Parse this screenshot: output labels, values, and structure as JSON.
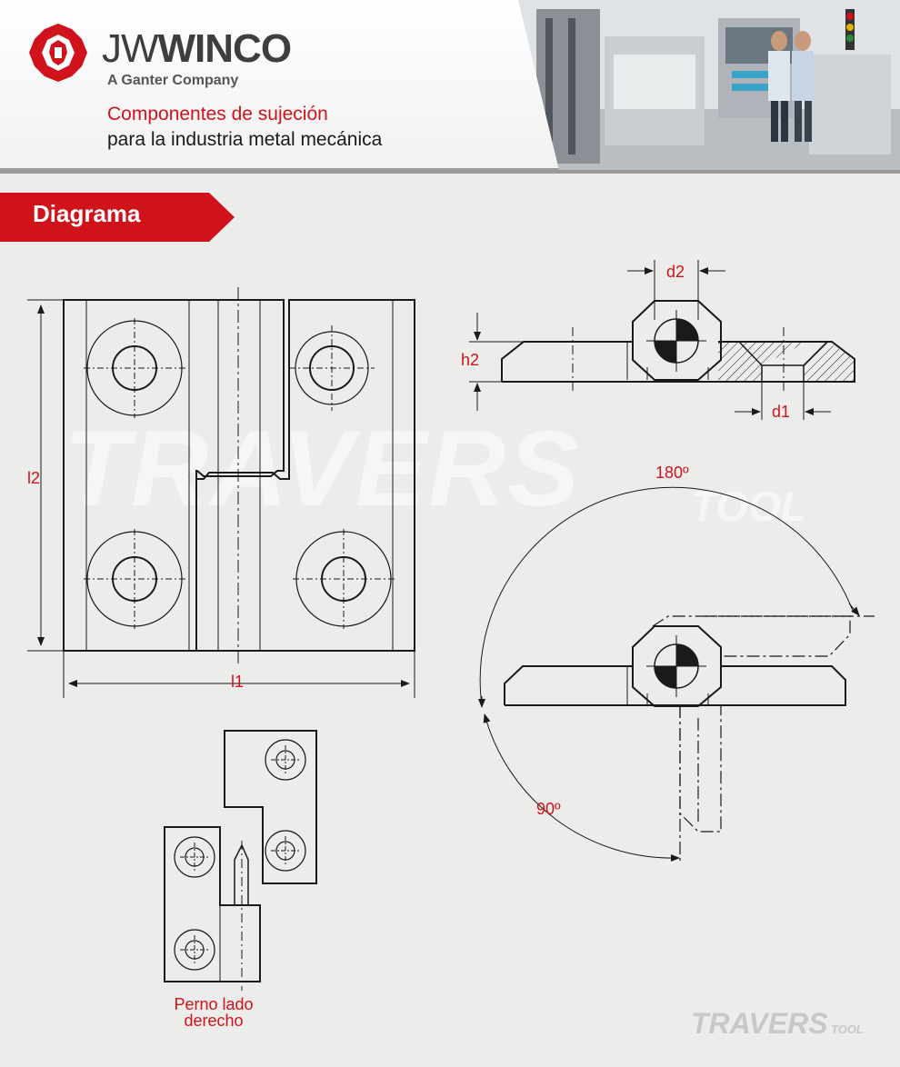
{
  "header": {
    "brand_light": "JW",
    "brand_bold": "WINCO",
    "brand_sub": "A Ganter Company",
    "tagline_red": "Componentes de sujeción",
    "tagline_black": "para la industria metal mecánica"
  },
  "section": {
    "title": "Diagrama"
  },
  "labels": {
    "l1": "l1",
    "l2": "l2",
    "d1": "d1",
    "d2": "d2",
    "h2": "h2",
    "angle_180": "180º",
    "angle_90": "90º",
    "pin_note_line1": "Perno lado",
    "pin_note_line2": "derecho"
  },
  "watermark": {
    "main": "TRAVERS",
    "sub": "TOOL"
  },
  "colors": {
    "accent": "#d0121b",
    "line": "#1a1a1a",
    "background": "#ececea"
  },
  "icons": [
    "jwwinco-logo-icon",
    "factory-photo"
  ]
}
